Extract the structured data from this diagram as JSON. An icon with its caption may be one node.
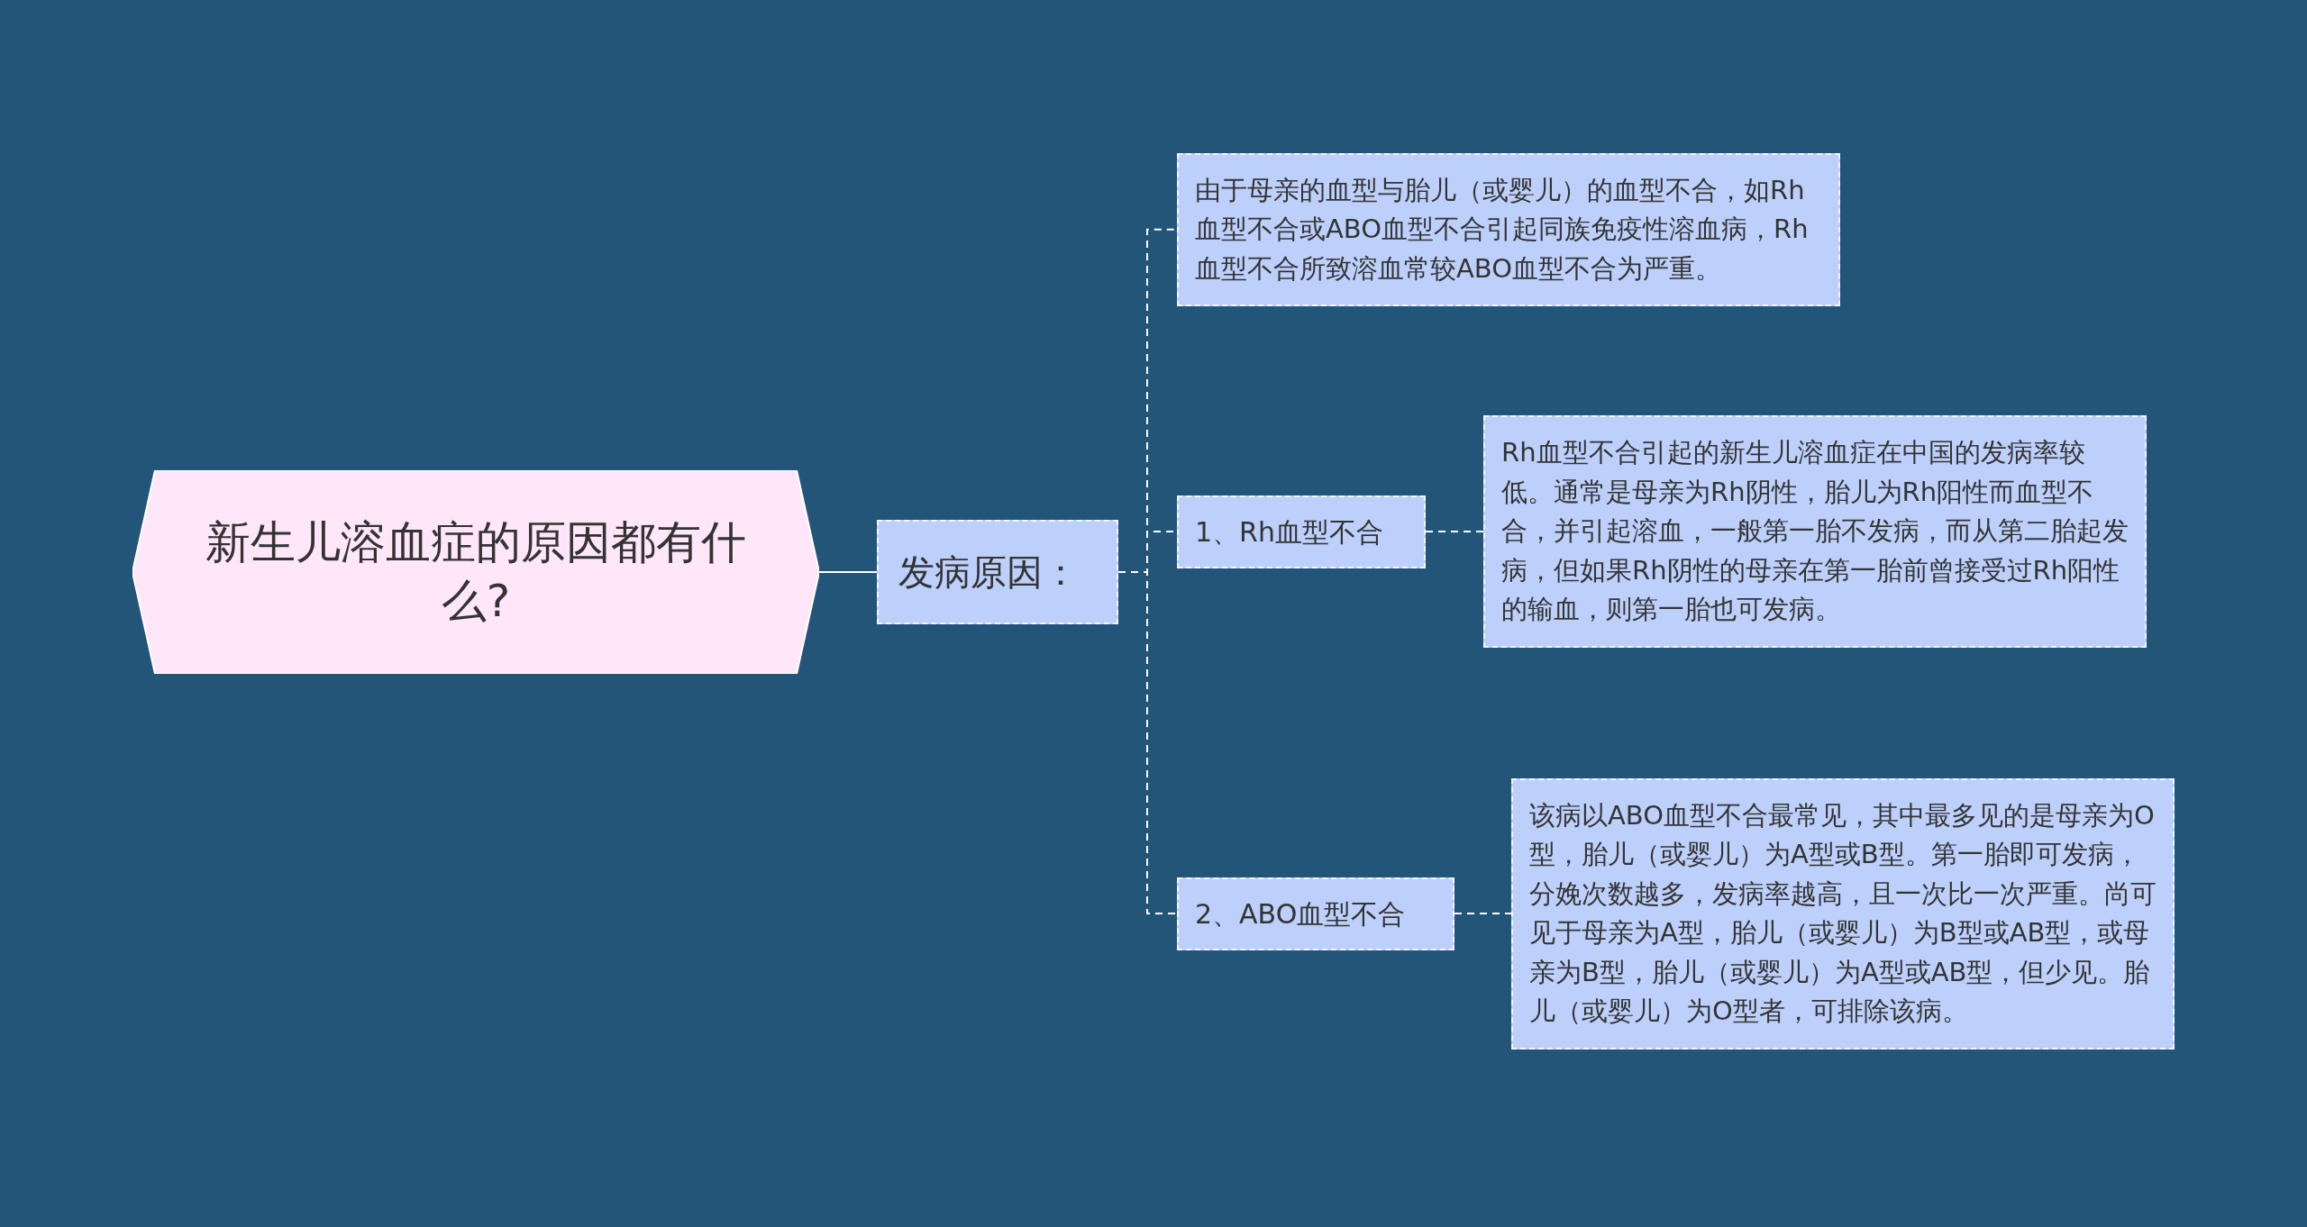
{
  "diagram": {
    "nodes": [
      {
        "text": [
          "新生儿溶血症的原因都有什么?"
        ]
      },
      {
        "text": [
          "发病原因："
        ]
      },
      {
        "text": [
          "由于母亲的血型与胎儿（或婴儿）的血型不合，如Rh血型不合或ABO血型不合引起同族免疫性溶血病，Rh血型不合所致溶血常较ABO血型不合为严重。"
        ]
      },
      {
        "text": [
          "1、Rh血型不合"
        ]
      },
      {
        "text": [
          "Rh血型不合引起的新生儿溶血症在中国的发病率较低。通常是母亲为Rh阴性，胎儿为Rh阳性而血型不合，并引起溶血，一般第一胎不发病，而从第二胎起发病，但如果Rh阴性的母亲在第一胎前曾接受过Rh阳性的输血，则第一胎也可发病。"
        ]
      },
      {
        "text": [
          "2、ABO血型不合"
        ]
      },
      {
        "text": [
          "该病以ABO血型不合最常见，其中最多见的是母亲为O型，胎儿（或婴儿）为A型或B型。第一胎即可发病，分娩次数越多，发病率越高，且一次比一次严重。尚可见于母亲为A型，胎儿（或婴儿）为B型或AB型，或母亲为B型，胎儿（或婴儿）为A型或AB型，但少见。胎儿（或婴儿）为O型者，可排除该病。"
        ]
      }
    ],
    "edges": [
      {
        "from": 0,
        "to": 1,
        "arrow": "none"
      },
      {
        "from": 1,
        "to": 2,
        "arrow": "none",
        "style": "dashed"
      },
      {
        "from": 1,
        "to": 3,
        "arrow": "none",
        "style": "dashed"
      },
      {
        "from": 1,
        "to": 5,
        "arrow": "none",
        "style": "dashed"
      },
      {
        "from": 3,
        "to": 4,
        "arrow": "none",
        "style": "dashed"
      },
      {
        "from": 5,
        "to": 6,
        "arrow": "none",
        "style": "dashed"
      }
    ]
  }
}
